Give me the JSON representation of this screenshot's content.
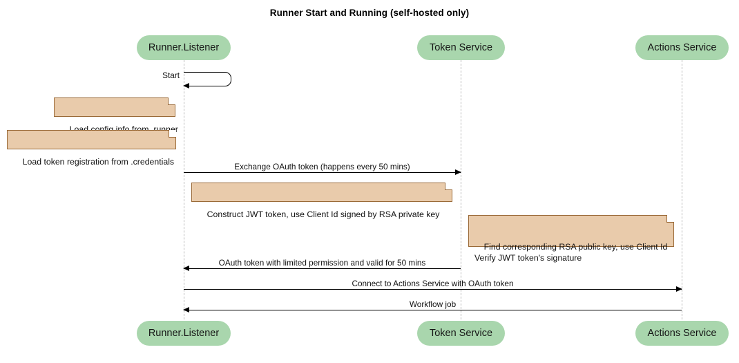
{
  "diagram": {
    "title": "Runner Start and Running (self-hosted only)",
    "type": "sequence-diagram",
    "colors": {
      "participant_fill": "#a9d6ad",
      "note_fill": "#e9cbab",
      "note_border": "#9a6a38",
      "lifeline": "#b9b9b9",
      "arrow": "#000000"
    }
  },
  "participants": [
    {
      "id": "runner",
      "label": "Runner.Listener"
    },
    {
      "id": "token",
      "label": "Token Service"
    },
    {
      "id": "actions",
      "label": "Actions Service"
    }
  ],
  "messages": [
    {
      "id": "start",
      "label": "Start",
      "from": "runner",
      "to": "runner",
      "kind": "self"
    },
    {
      "id": "exchange-oauth-token",
      "label": "Exchange OAuth token (happens every 50 mins)",
      "from": "runner",
      "to": "token",
      "kind": "sync",
      "direction": "right"
    },
    {
      "id": "oauth-token-response",
      "label": "OAuth token with limited permission and valid for 50 mins",
      "from": "token",
      "to": "runner",
      "kind": "return",
      "direction": "left"
    },
    {
      "id": "connect-actions-service",
      "label": "Connect to Actions Service with OAuth token",
      "from": "runner",
      "to": "actions",
      "kind": "sync",
      "direction": "right"
    },
    {
      "id": "workflow-job",
      "label": "Workflow job",
      "from": "actions",
      "to": "runner",
      "kind": "return",
      "direction": "left"
    }
  ],
  "notes": [
    {
      "id": "load-config",
      "text": "Load config info from .runner",
      "attached_to": "runner"
    },
    {
      "id": "load-token-registration",
      "text": "Load token registration from .credentials",
      "attached_to": "runner"
    },
    {
      "id": "construct-jwt",
      "text": "Construct JWT token, use Client Id signed by RSA private key",
      "attached_to": "runner"
    },
    {
      "id": "verify-jwt",
      "text": "Find corresponding RSA public key, use Client Id\nVerify JWT token's signature",
      "attached_to": "token"
    }
  ]
}
